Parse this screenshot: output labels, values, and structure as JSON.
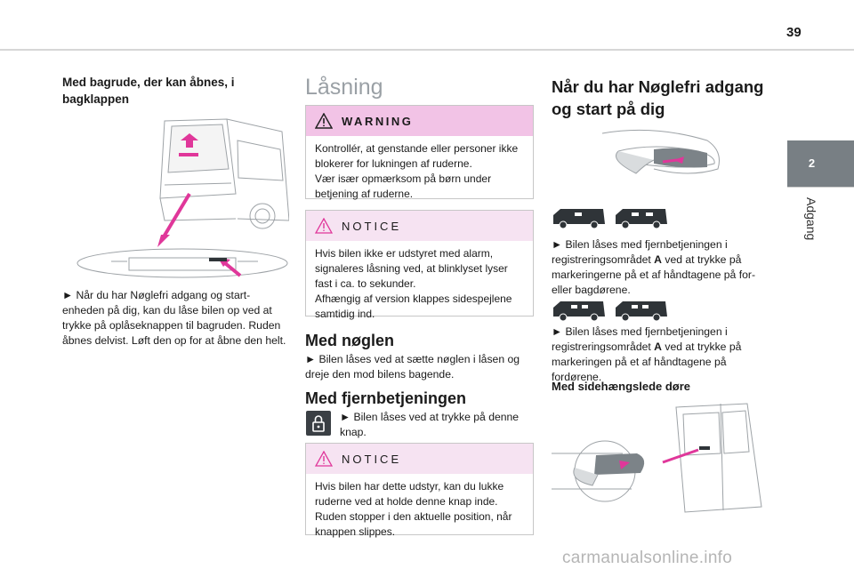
{
  "page": {
    "number": "39"
  },
  "chapter_tab": {
    "number": "2",
    "label": "Adgang"
  },
  "column1": {
    "heading": "Med bagrude, der kan åbnes, i bagklappen",
    "text": "► Når du har Nøglefri adgang og start-enheden på dig, kan du låse bilen op ved at trykke på oplåseknappen til bagruden. Ruden åbnes delvist. Løft den op for at åbne den helt."
  },
  "column2": {
    "title": "Låsning",
    "warning": {
      "label": "WARNING",
      "text": "Kontrollér, at genstande eller personer ikke blokerer for lukningen af ruderne.\nVær især opmærksom på børn under betjening af ruderne."
    },
    "notice1": {
      "label": "NOTICE",
      "text": "Hvis bilen ikke er udstyret med alarm, signaleres låsning ved, at blinklyset lyser fast i ca. to sekunder.\nAfhængig af version klappes sidespejlene samtidig ind."
    },
    "with_key": {
      "heading": "Med nøglen",
      "text": "► Bilen låses ved at sætte nøglen i låsen og dreje den mod bilens bagende."
    },
    "with_remote": {
      "heading": "Med fjernbetjeningen",
      "text": "► Bilen låses ved at trykke på denne knap."
    },
    "notice2": {
      "label": "NOTICE",
      "text": "Hvis bilen har dette udstyr, kan du lukke ruderne ved at holde denne knap inde. Ruden stopper i den aktuelle position, når knappen slippes."
    }
  },
  "column3": {
    "heading": "Når du har Nøglefri adgang og start på dig",
    "text1_pre": "► Bilen låses med fjernbetjeningen i registreringsområdet ",
    "text1_bold": "A",
    "text1_post": " ved at trykke på markeringerne på et af håndtagene på for- eller bagdørene.",
    "text2_pre": "► Bilen låses med fjernbetjeningen i registreringsområdet ",
    "text2_bold": "A",
    "text2_post": " ved at trykke på markeringen på et af håndtagene på fordørene.",
    "subheading": "Med sidehængslede døre"
  },
  "watermark": "carmanualsonline.info",
  "colors": {
    "warning_header": "#f2c3e6",
    "notice_header": "#f6e3f2",
    "tab": "#787f84",
    "accent_pink": "#e0379a"
  }
}
